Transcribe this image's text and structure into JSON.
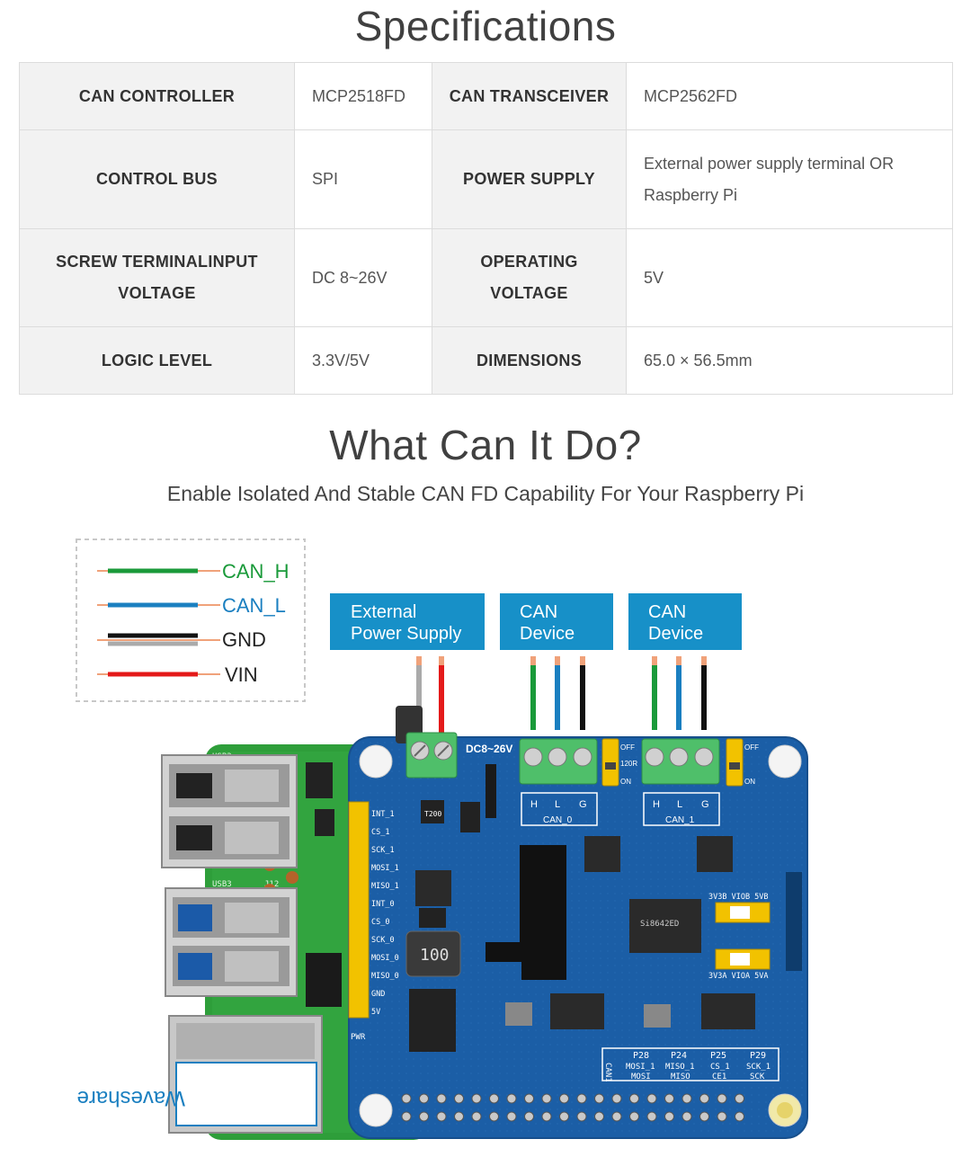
{
  "specs_title": "Specifications",
  "specs": [
    {
      "label1": "CAN CONTROLLER",
      "value1": "MCP2518FD",
      "label2": "CAN TRANSCEIVER",
      "value2": "MCP2562FD"
    },
    {
      "label1": "CONTROL BUS",
      "value1": "SPI",
      "label2": "POWER SUPPLY",
      "value2": "External power supply terminal OR Raspberry Pi"
    },
    {
      "label1": "SCREW TERMINALINPUT VOLTAGE",
      "value1": "DC 8~26V",
      "label2": "OPERATING VOLTAGE",
      "value2": "5V"
    },
    {
      "label1": "LOGIC LEVEL",
      "value1": "3.3V/5V",
      "label2": "DIMENSIONS",
      "value2": "65.0 × 56.5mm"
    }
  ],
  "features_title": "What Can It Do?",
  "features_subtitle": "Enable Isolated And Stable CAN FD Capability For Your Raspberry Pi",
  "legend": {
    "can_h": "CAN_H",
    "can_l": "CAN_L",
    "gnd": "GND",
    "vin": "VIN"
  },
  "boxes": {
    "ext_power_line1": "External",
    "ext_power_line2": "Power Supply",
    "can_dev_line1": "CAN",
    "can_dev_line2": "Device"
  },
  "board": {
    "dc_label": "DC8~26V",
    "can0": "CAN_0",
    "can1": "CAN_1",
    "pin_h": "H",
    "pin_l": "L",
    "pin_g": "G",
    "off": "OFF",
    "on": "ON",
    "r120": "120R",
    "sel_b": "3V3B VIOB 5VB",
    "sel_a": "3V3A VIOA 5VA",
    "pins": [
      "INT_1",
      "CS_1",
      "SCK_1",
      "MOSI_1",
      "MISO_1",
      "INT_0",
      "CS_0",
      "SCK_0",
      "MOSI_0",
      "MISO_0",
      "GND",
      "5V"
    ],
    "pwr": "PWR",
    "inductor": "100",
    "t200": "T200",
    "chip_label": "Si8642ED",
    "pin_table_head": [
      "P28",
      "P24",
      "P25",
      "P29"
    ],
    "pin_table_row1": [
      "MOSI_1",
      "MISO_1",
      "CS_1",
      "SCK_1"
    ],
    "pin_table_row2": [
      "MOSI",
      "MISO",
      "CE1",
      "SCK"
    ],
    "can_vert": "CAN1",
    "brand": "Waveshare",
    "usb2": "USB2",
    "usb3": "USB3",
    "j12": "J12"
  },
  "colors": {
    "box_blue": "#1790c8",
    "board_blue": "#1b5ea6",
    "pi_green": "#2e9e3a",
    "terminal_green": "#4fbf6a",
    "jumper_yellow": "#f2c200",
    "wire_green": "#1a9a3a",
    "wire_blue": "#1a7fc0",
    "wire_red": "#e41a1a"
  }
}
